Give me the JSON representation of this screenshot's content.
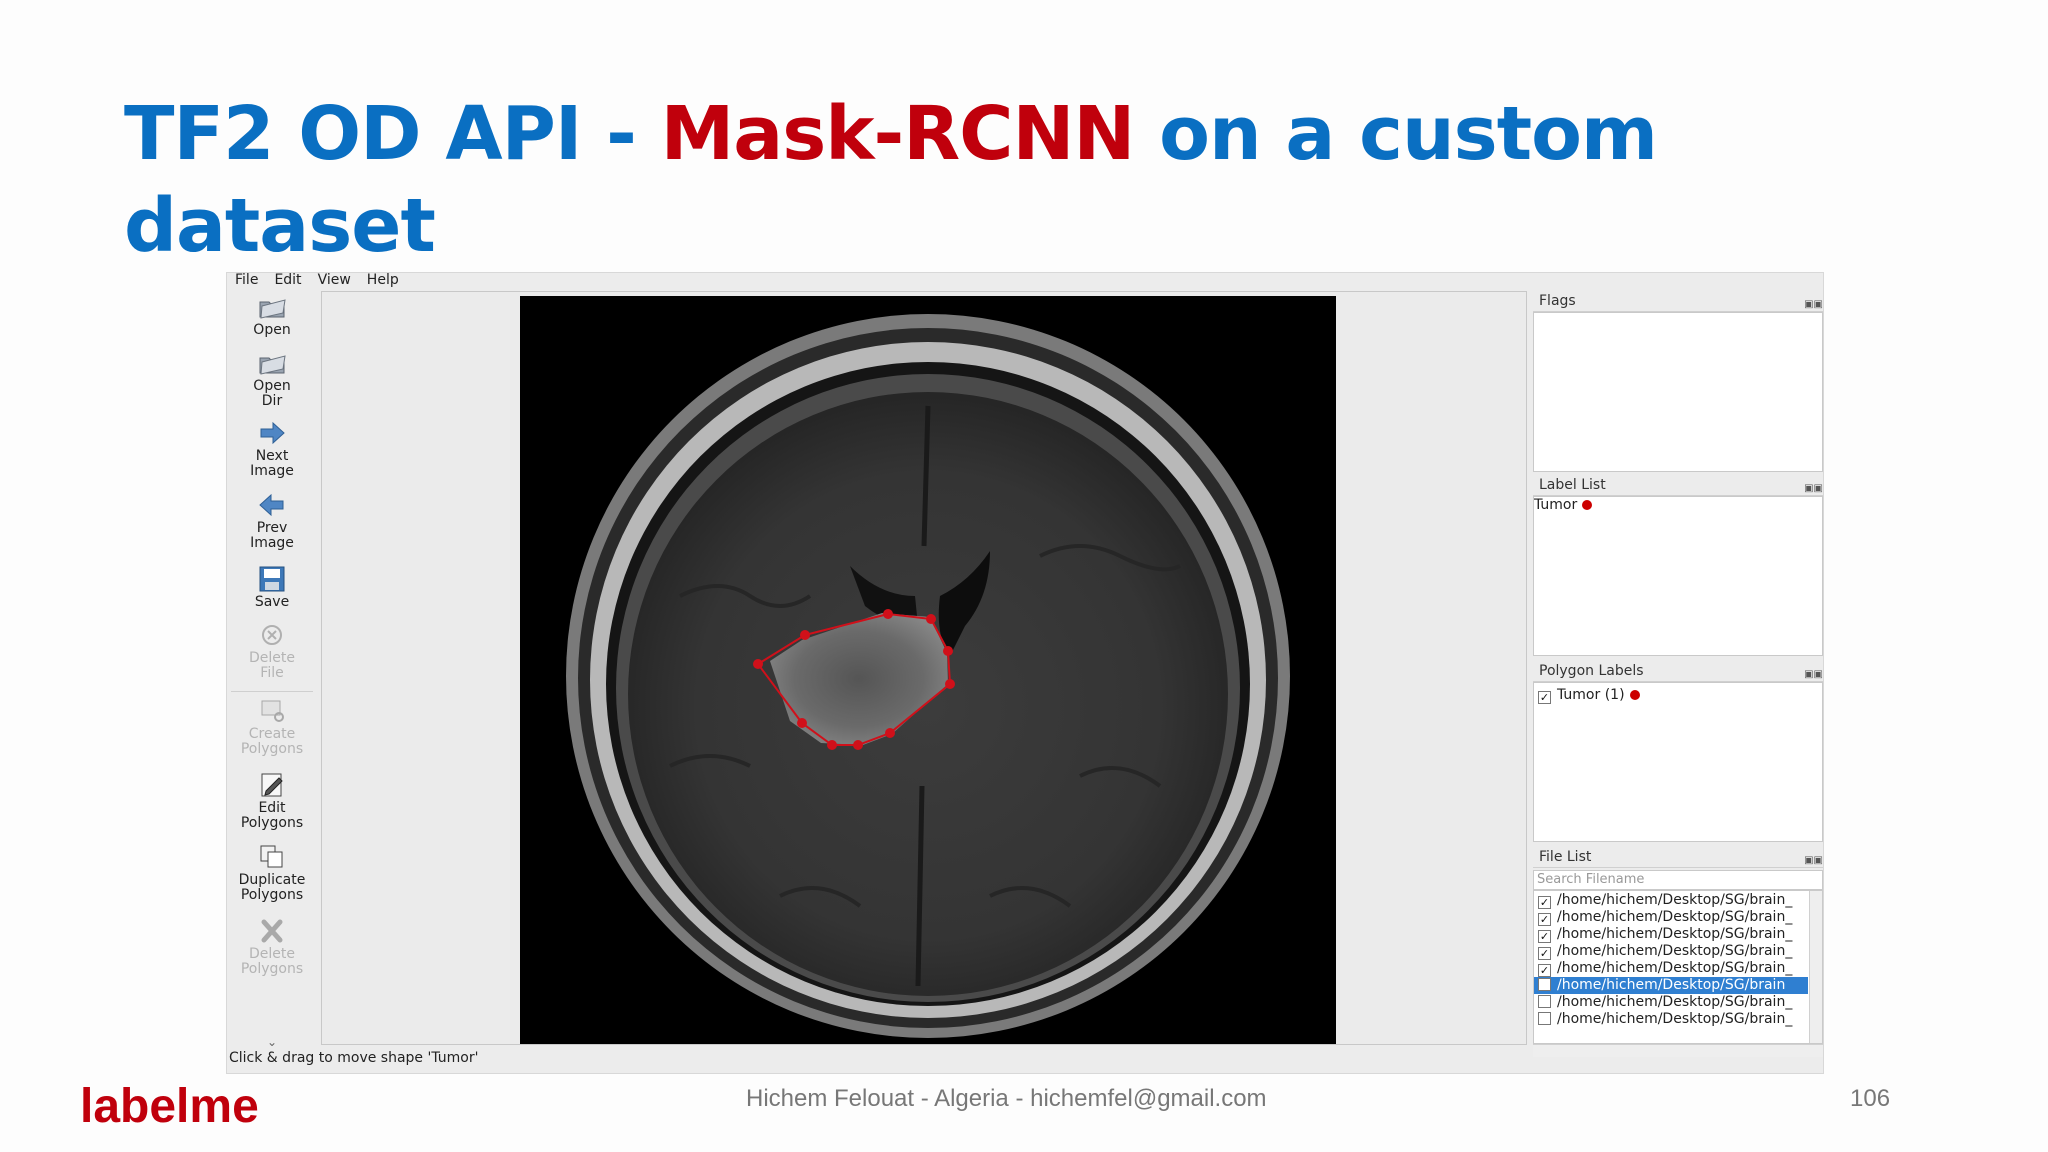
{
  "slide": {
    "title_part1": "TF2 OD API - ",
    "title_accent": "Mask-RCNN",
    "title_part2": "  on a custom dataset",
    "footer_left": "labelme",
    "footer_center": "Hichem Felouat - Algeria - hichemfel@gmail.com",
    "page_number": "106"
  },
  "app": {
    "menu": [
      "File",
      "Edit",
      "View",
      "Help"
    ],
    "tools": [
      {
        "label": "Open",
        "icon": "open-folder-icon",
        "enabled": true
      },
      {
        "label": "Open Dir",
        "icon": "open-dir-icon",
        "enabled": true
      },
      {
        "label": "Next Image",
        "icon": "arrow-right-icon",
        "enabled": true
      },
      {
        "label": "Prev Image",
        "icon": "arrow-left-icon",
        "enabled": true
      },
      {
        "label": "Save",
        "icon": "save-icon",
        "enabled": true
      },
      {
        "label": "Delete File",
        "icon": "delete-circle-icon",
        "enabled": false
      },
      {
        "label": "Create Polygons",
        "icon": "create-polygon-icon",
        "enabled": false
      },
      {
        "label": "Edit Polygons",
        "icon": "edit-polygon-icon",
        "enabled": true
      },
      {
        "label": "Duplicate Polygons",
        "icon": "duplicate-icon",
        "enabled": true
      },
      {
        "label": "Delete Polygons",
        "icon": "delete-x-icon",
        "enabled": false
      }
    ],
    "status": "Click & drag to move shape 'Tumor'",
    "docks": {
      "flags_title": "Flags",
      "label_list_title": "Label List",
      "label_list_item": "Tumor",
      "polygon_labels_title": "Polygon Labels",
      "polygon_labels_item": "Tumor (1)",
      "file_list_title": "File List",
      "search_placeholder": "Search Filename",
      "files": [
        {
          "path": "/home/hichem/Desktop/SG/brain_",
          "checked": true,
          "selected": false
        },
        {
          "path": "/home/hichem/Desktop/SG/brain_",
          "checked": true,
          "selected": false
        },
        {
          "path": "/home/hichem/Desktop/SG/brain_",
          "checked": true,
          "selected": false
        },
        {
          "path": "/home/hichem/Desktop/SG/brain_",
          "checked": true,
          "selected": false
        },
        {
          "path": "/home/hichem/Desktop/SG/brain_",
          "checked": true,
          "selected": false
        },
        {
          "path": "/home/hichem/Desktop/SG/brain",
          "checked": false,
          "selected": true
        },
        {
          "path": "/home/hichem/Desktop/SG/brain_",
          "checked": false,
          "selected": false
        },
        {
          "path": "/home/hichem/Desktop/SG/brain_",
          "checked": false,
          "selected": false
        }
      ]
    },
    "colors": {
      "title_blue": "#0a6fc2",
      "accent_red": "#c0000c",
      "label_dot": "#cc0000",
      "polygon": "#d0101a",
      "selection": "#2f7fd1"
    }
  }
}
